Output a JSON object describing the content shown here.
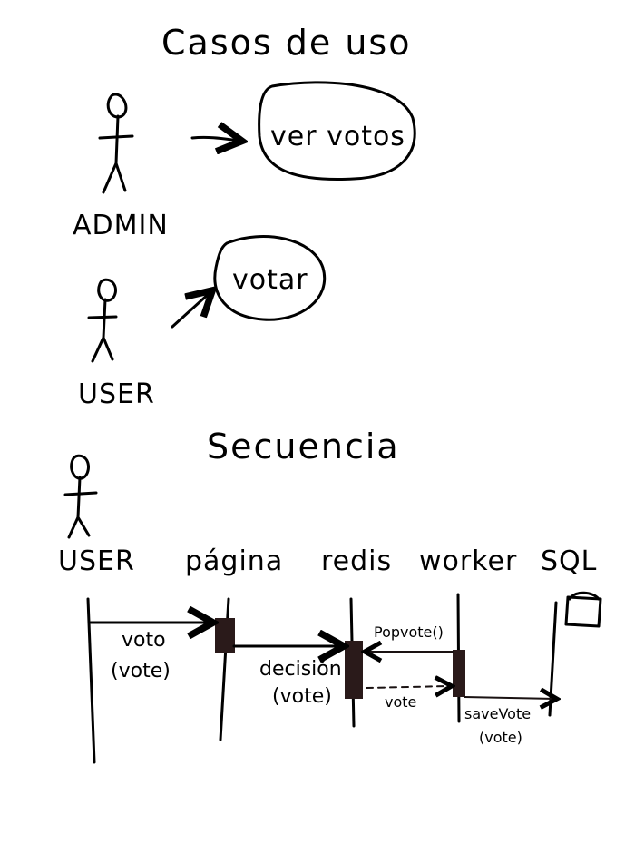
{
  "titles": {
    "use_cases": "Casos de uso",
    "sequence": "Secuencia"
  },
  "use_cases": {
    "admin_label": "ADMIN",
    "admin_case": "ver votos",
    "user_label": "USER",
    "user_case": "votar"
  },
  "sequence": {
    "participants": [
      "USER",
      "página",
      "redis",
      "worker",
      "SQL"
    ],
    "messages": {
      "m1_line1": "voto",
      "m1_line2": "(vote)",
      "m2_line1": "decisión",
      "m2_line2": "(vote)",
      "m3": "Popvote()",
      "m4": "vote",
      "m5_line1": "saveVote",
      "m5_line2": "(vote)"
    }
  }
}
